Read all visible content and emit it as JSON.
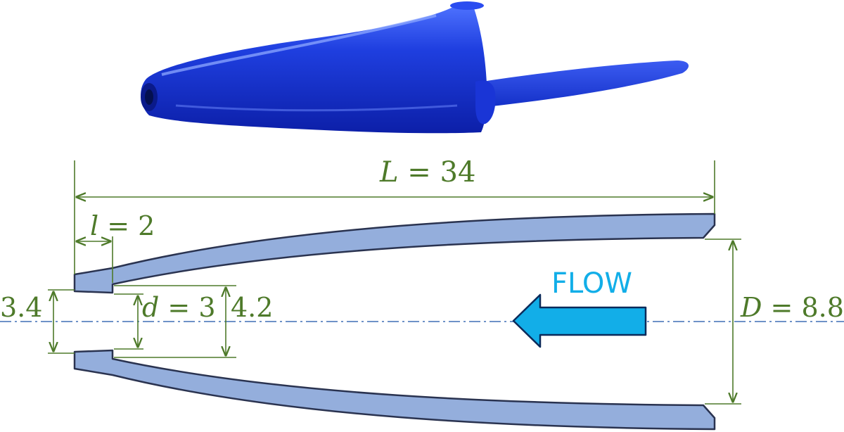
{
  "photo": {
    "description_icon": "pen-cap-icon",
    "color": "#1f3fe0"
  },
  "diagram": {
    "colors": {
      "dimension": "#4e7a2a",
      "wall_fill": "#94aedc",
      "wall_stroke": "#2a3350",
      "axis": "#3f6fb6",
      "flow_arrow": "#12aee8"
    },
    "dimensions": {
      "length": {
        "symbol": "L",
        "eq": " = ",
        "value": "34"
      },
      "lip": {
        "symbol": "l",
        "eq": " = ",
        "value": "2"
      },
      "outer_tip": {
        "value": "3.4"
      },
      "hole": {
        "symbol": "d",
        "eq": " = ",
        "value": "3"
      },
      "inner_tip": {
        "value": "4.2"
      },
      "base": {
        "symbol": "D",
        "eq": " = ",
        "value": "8.8"
      }
    },
    "flow_label": "FLOW"
  }
}
